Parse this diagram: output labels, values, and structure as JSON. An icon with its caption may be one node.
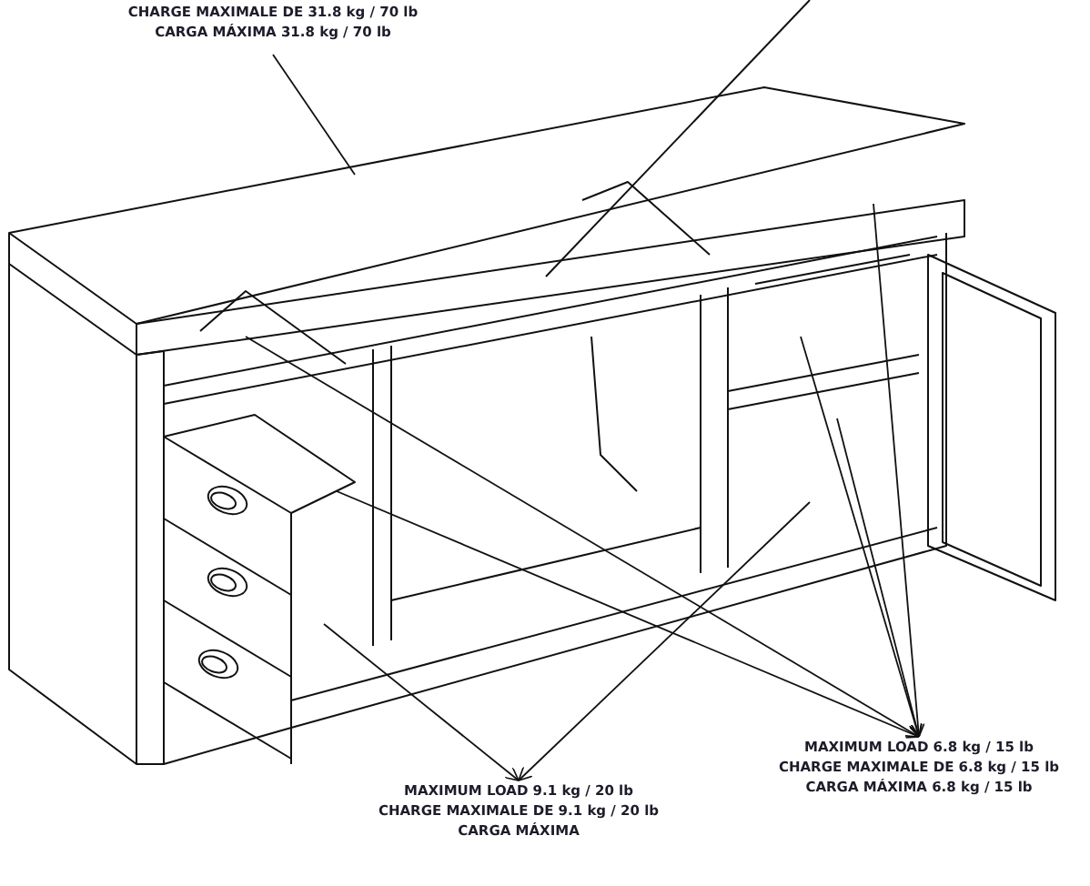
{
  "diagram": {
    "nodes": [
      {
        "text": [
          "CHARGE MAXIMALE DE 31.8 kg / 70 lb",
          "CARGA MÁXIMA 31.8 kg / 70 lb"
        ]
      },
      {
        "text": [
          "MAXIMUM LOAD 9.1 kg / 20 lb",
          "CHARGE MAXIMALE DE 9.1 kg / 20 lb",
          "CARGA MÁXIMA"
        ]
      },
      {
        "text": [
          "MAXIMUM LOAD 6.8 kg / 15 lb",
          "CHARGE MAXIMALE DE 6.8 kg / 15 lb",
          "CARGA MÁXIMA 6.8 kg / 15 lb"
        ]
      }
    ],
    "edges": [
      {
        "from": 0,
        "to": null,
        "arrow": "none"
      },
      {
        "from": null,
        "to": 1,
        "arrow": "to"
      },
      {
        "from": null,
        "to": 1,
        "arrow": "to"
      },
      {
        "from": null,
        "to": 2,
        "arrow": "to"
      },
      {
        "from": null,
        "to": 2,
        "arrow": "to"
      },
      {
        "from": null,
        "to": 2,
        "arrow": "to"
      },
      {
        "from": null,
        "to": 2,
        "arrow": "to"
      },
      {
        "from": null,
        "to": 2,
        "arrow": "to"
      }
    ]
  }
}
